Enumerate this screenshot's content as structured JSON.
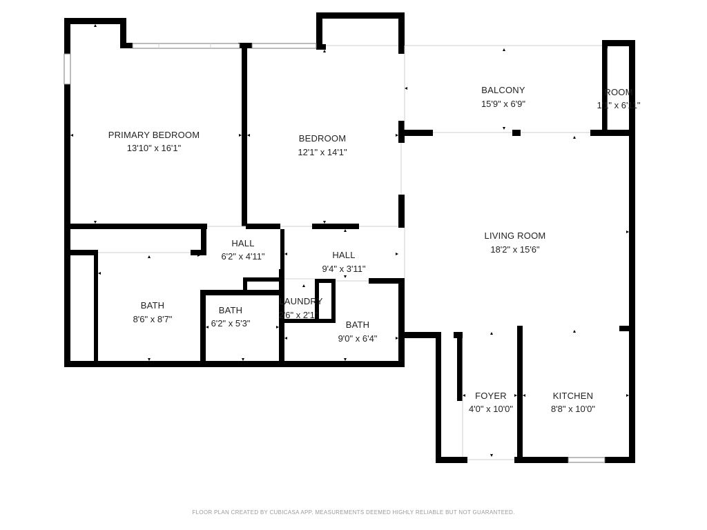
{
  "rooms": {
    "primary_bedroom": {
      "name": "PRIMARY BEDROOM",
      "dims": "13'10\" x 16'1\""
    },
    "bedroom": {
      "name": "BEDROOM",
      "dims": "12'1\" x 14'1\""
    },
    "balcony": {
      "name": "BALCONY",
      "dims": "15'9\" x 6'9\""
    },
    "room_small": {
      "name": "ROOM",
      "dims": "1'1\" x 6'11\""
    },
    "living_room": {
      "name": "LIVING ROOM",
      "dims": "18'2\" x 15'6\""
    },
    "hall_left": {
      "name": "HALL",
      "dims": "6'2\" x 4'11\""
    },
    "hall_right": {
      "name": "HALL",
      "dims": "9'4\" x 3'11\""
    },
    "bath_left": {
      "name": "BATH",
      "dims": "8'6\" x 8'7\""
    },
    "bath_middle": {
      "name": "BATH",
      "dims": "6'2\" x 5'3\""
    },
    "laundry": {
      "name": "LAUNDRY",
      "dims": "2'6\" x 2'1\""
    },
    "bath_right": {
      "name": "BATH",
      "dims": "9'0\" x 6'4\""
    },
    "foyer": {
      "name": "FOYER",
      "dims": "4'0\" x 10'0\""
    },
    "kitchen": {
      "name": "KITCHEN",
      "dims": "8'8\" x 10'0\""
    }
  },
  "footer": "FLOOR PLAN CREATED BY CUBICASA APP. MEASUREMENTS DEEMED HIGHLY RELIABLE BUT NOT GUARANTEED."
}
